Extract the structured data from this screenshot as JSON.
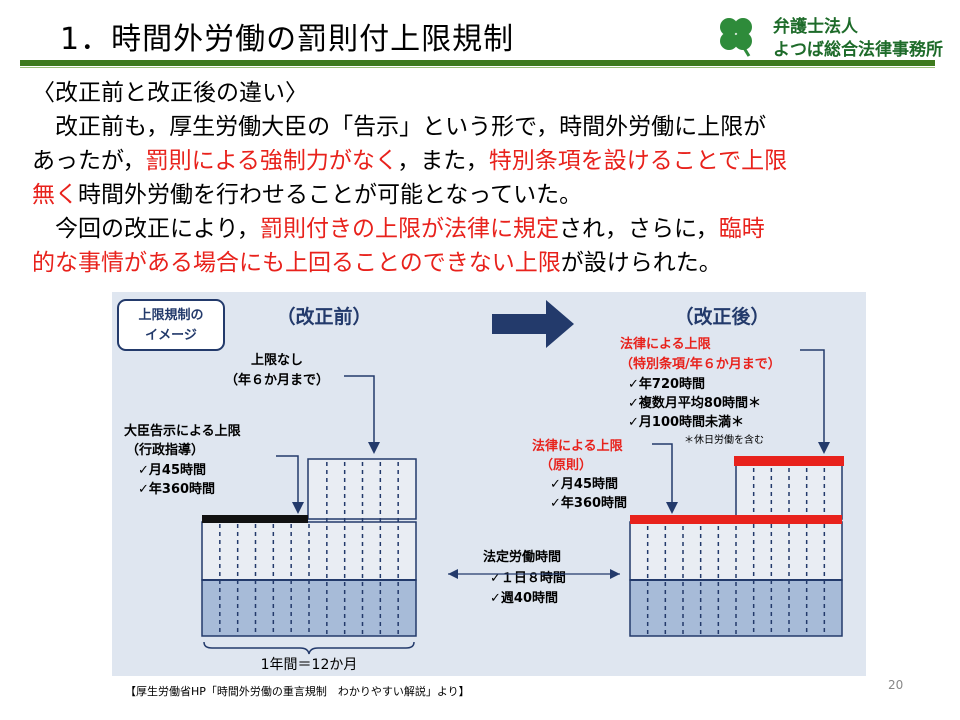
{
  "slide": {
    "title": "1．時間外労働の罰則付上限規制",
    "page_number": "20",
    "source_caption": "【厚生労働省HP「時間外労働の重言規制　わかりやすい解説」より】"
  },
  "logo": {
    "line1": "弁護士法人",
    "line2": "よつば総合法律事務所",
    "icon": "clover-icon",
    "color": "#1e6b2a"
  },
  "body": {
    "heading": "〈改正前と改正後の違い〉",
    "p1_a": "　改正前も，厚生労働大臣の「告示」という形で，時間外労働に上限が",
    "p1_b": "あったが，",
    "p1_red1": "罰則による強制力がなく",
    "p1_c": "，また，",
    "p1_red2": "特別条項を設けることで上限",
    "p1_red3": "無く",
    "p1_d": "時間外労働を行わせることが可能となっていた。",
    "p2_a": "　今回の改正により，",
    "p2_red1": "罰則付きの上限が法律に規定",
    "p2_b": "され，さらに，",
    "p2_red2": "臨時",
    "p2_red3": "的な事情がある場合にも上回ることのできない上限",
    "p2_c": "が設けられた。",
    "accent": "#e8221c"
  },
  "diagram": {
    "badge_line1": "上限規制の",
    "badge_line2": "イメージ",
    "before_label": "（改正前）",
    "after_label": "（改正後）",
    "no_limit_line1": "上限なし",
    "no_limit_line2": "（年６か月まで）",
    "minister_line1": "大臣告示による上限",
    "minister_line2": "（行政指導）",
    "minister_item1": "✓月45時間",
    "minister_item2": "✓年360時間",
    "law_special_line1": "法律による上限",
    "law_special_line2": "（特別条項/年６か月まで）",
    "law_special_item1": "✓年720時間",
    "law_special_item2": "✓複数月平均80時間＊",
    "law_special_item3": "✓月100時間未満＊",
    "law_special_note": "＊休日労働を含む",
    "law_principle_line1": "法律による上限",
    "law_principle_line2": "（原則）",
    "law_principle_item1": "✓月45時間",
    "law_principle_item2": "✓年360時間",
    "statutory_line1": "法定労働時間",
    "statutory_item1": "✓１日８時間",
    "statutory_item2": "✓週40時間",
    "year_label": "1年間＝12か月",
    "colors": {
      "navy": "#233a6b",
      "red": "#e8221c",
      "bar_light": "#e9edf3",
      "bar_blue": "#a7bbd8",
      "bg": "#dfe6f0"
    }
  }
}
